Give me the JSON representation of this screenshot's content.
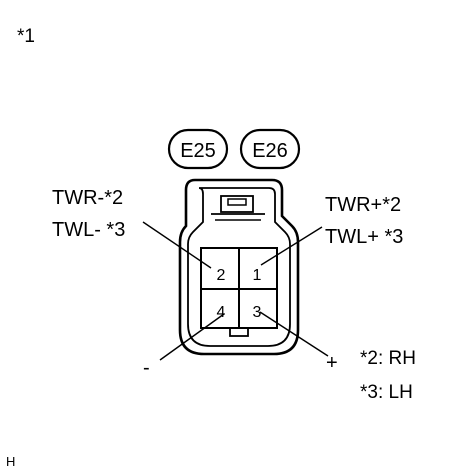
{
  "corner_note": "*1",
  "connector_ids": [
    "E25",
    "E26"
  ],
  "pins": {
    "p1": "1",
    "p2": "2",
    "p3": "3",
    "p4": "4"
  },
  "left_labels": [
    "TWR-*2",
    "TWL- *3"
  ],
  "right_labels": [
    "TWR+*2",
    "TWL+ *3"
  ],
  "minus_sign": "-",
  "plus_sign": "+",
  "notes": [
    "*2: RH",
    "*3: LH"
  ],
  "footer_mark": "H",
  "colors": {
    "ink": "#000000",
    "background": "#ffffff"
  }
}
